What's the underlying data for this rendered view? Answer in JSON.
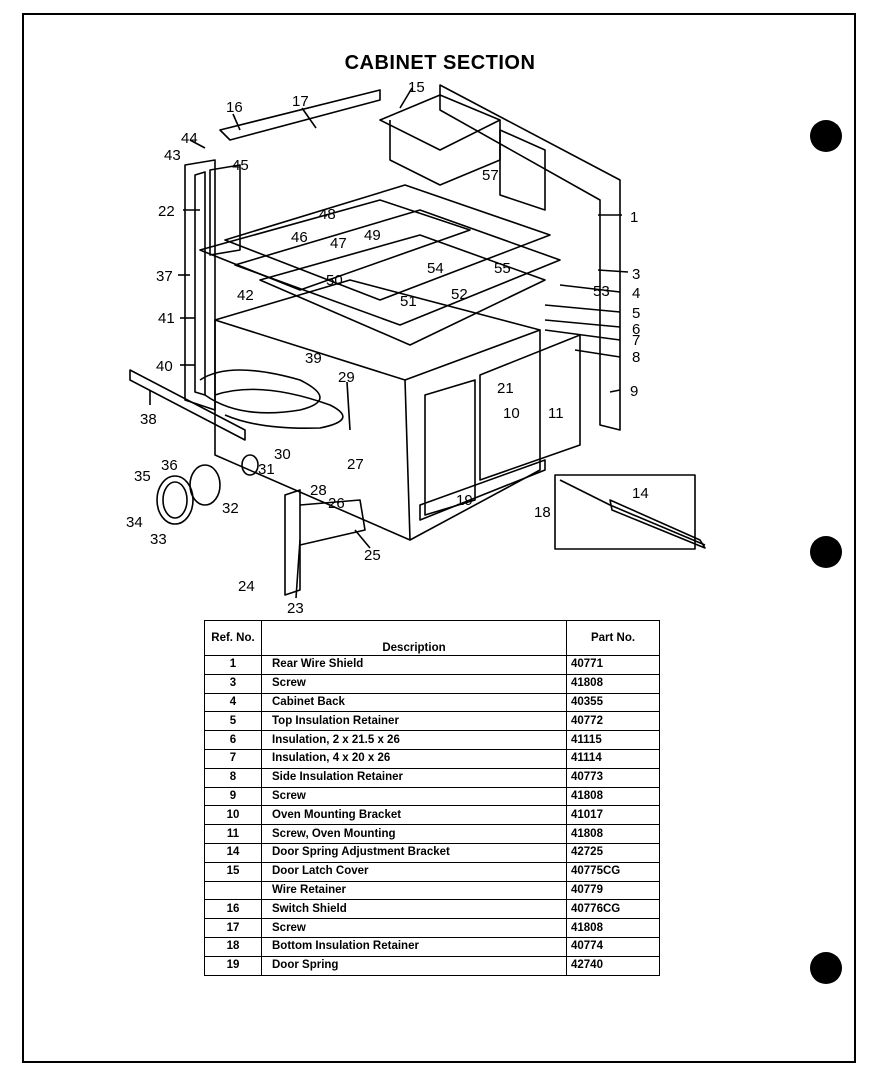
{
  "title": "CABINET SECTION",
  "callouts": [
    "1",
    "3",
    "4",
    "5",
    "6",
    "7",
    "8",
    "9",
    "10",
    "11",
    "14",
    "15",
    "16",
    "17",
    "18",
    "19",
    "21",
    "22",
    "23",
    "24",
    "25",
    "26",
    "27",
    "28",
    "29",
    "30",
    "31",
    "32",
    "33",
    "34",
    "35",
    "36",
    "37",
    "38",
    "39",
    "40",
    "41",
    "42",
    "43",
    "44",
    "45",
    "46",
    "47",
    "48",
    "49",
    "50",
    "51",
    "52",
    "53",
    "54",
    "55",
    "57"
  ],
  "table": {
    "headers": {
      "ref": "Ref. No.",
      "description": "Description",
      "part": "Part No."
    },
    "rows": [
      {
        "ref": "1",
        "description": "Rear Wire Shield",
        "part": "40771"
      },
      {
        "ref": "3",
        "description": "Screw",
        "part": "41808"
      },
      {
        "ref": "4",
        "description": "Cabinet Back",
        "part": "40355"
      },
      {
        "ref": "5",
        "description": "Top Insulation Retainer",
        "part": "40772"
      },
      {
        "ref": "6",
        "description": "Insulation, 2 x 21.5 x 26",
        "part": "41115"
      },
      {
        "ref": "7",
        "description": "Insulation, 4 x 20 x 26",
        "part": "41114"
      },
      {
        "ref": "8",
        "description": "Side Insulation Retainer",
        "part": "40773"
      },
      {
        "ref": "9",
        "description": "Screw",
        "part": "41808"
      },
      {
        "ref": "10",
        "description": "Oven Mounting Bracket",
        "part": "41017"
      },
      {
        "ref": "11",
        "description": "Screw, Oven Mounting",
        "part": "41808"
      },
      {
        "ref": "14",
        "description": "Door Spring Adjustment Bracket",
        "part": "42725"
      },
      {
        "ref": "15",
        "description": "Door Latch Cover",
        "part": "40775CG"
      },
      {
        "ref": "",
        "description": "Wire Retainer",
        "part": "40779"
      },
      {
        "ref": "16",
        "description": "Switch Shield",
        "part": "40776CG"
      },
      {
        "ref": "17",
        "description": "Screw",
        "part": "41808"
      },
      {
        "ref": "18",
        "description": "Bottom Insulation Retainer",
        "part": "40774"
      },
      {
        "ref": "19",
        "description": "Door Spring",
        "part": "42740"
      }
    ]
  }
}
